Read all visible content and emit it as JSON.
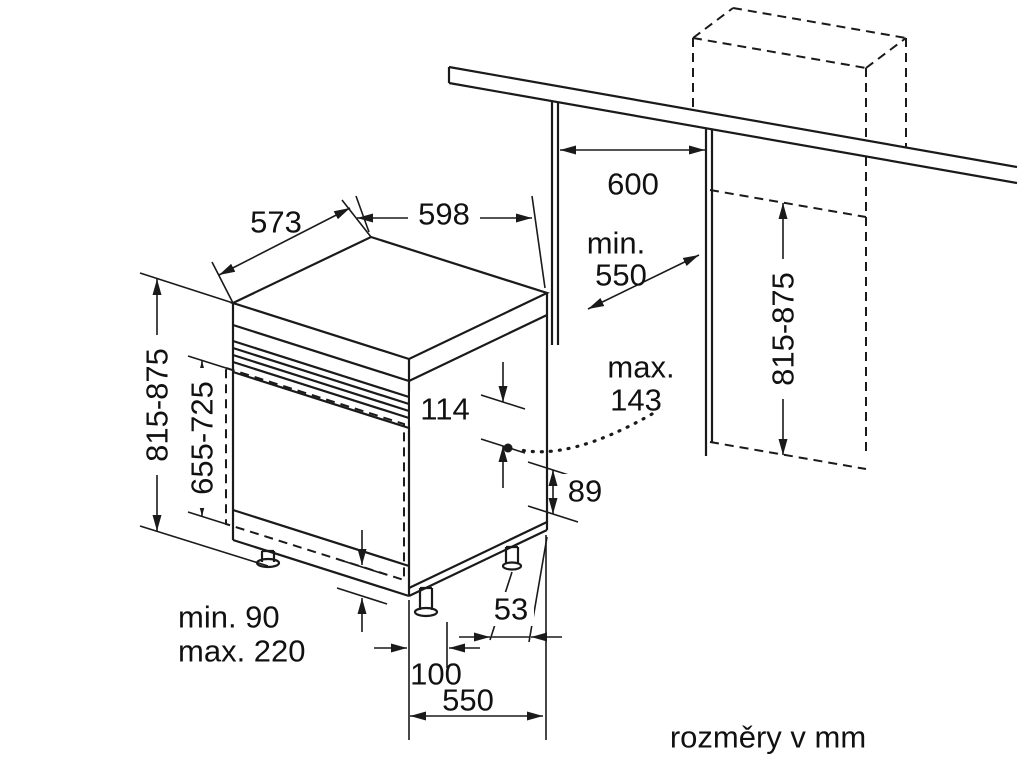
{
  "drawing": {
    "footer_note": "rozměry v mm",
    "line_color": "#1a1a1a",
    "bg_color": "#ffffff",
    "labels": {
      "depth_top": "573",
      "width_top": "598",
      "niche_width": "600",
      "niche_depth_prefix": "min.",
      "niche_depth": "550",
      "height_overall_left": "815-875",
      "furniture_panel_height": "655-725",
      "control_panel_height": "114",
      "door_clearance_prefix": "max.",
      "door_clearance": "143",
      "base_height": "89",
      "side_foot_offset": "53",
      "plinth_min": "min. 90",
      "plinth_max": "max. 220",
      "front_foot_offset": "100",
      "base_depth": "550",
      "height_overall_right": "815-875"
    }
  }
}
